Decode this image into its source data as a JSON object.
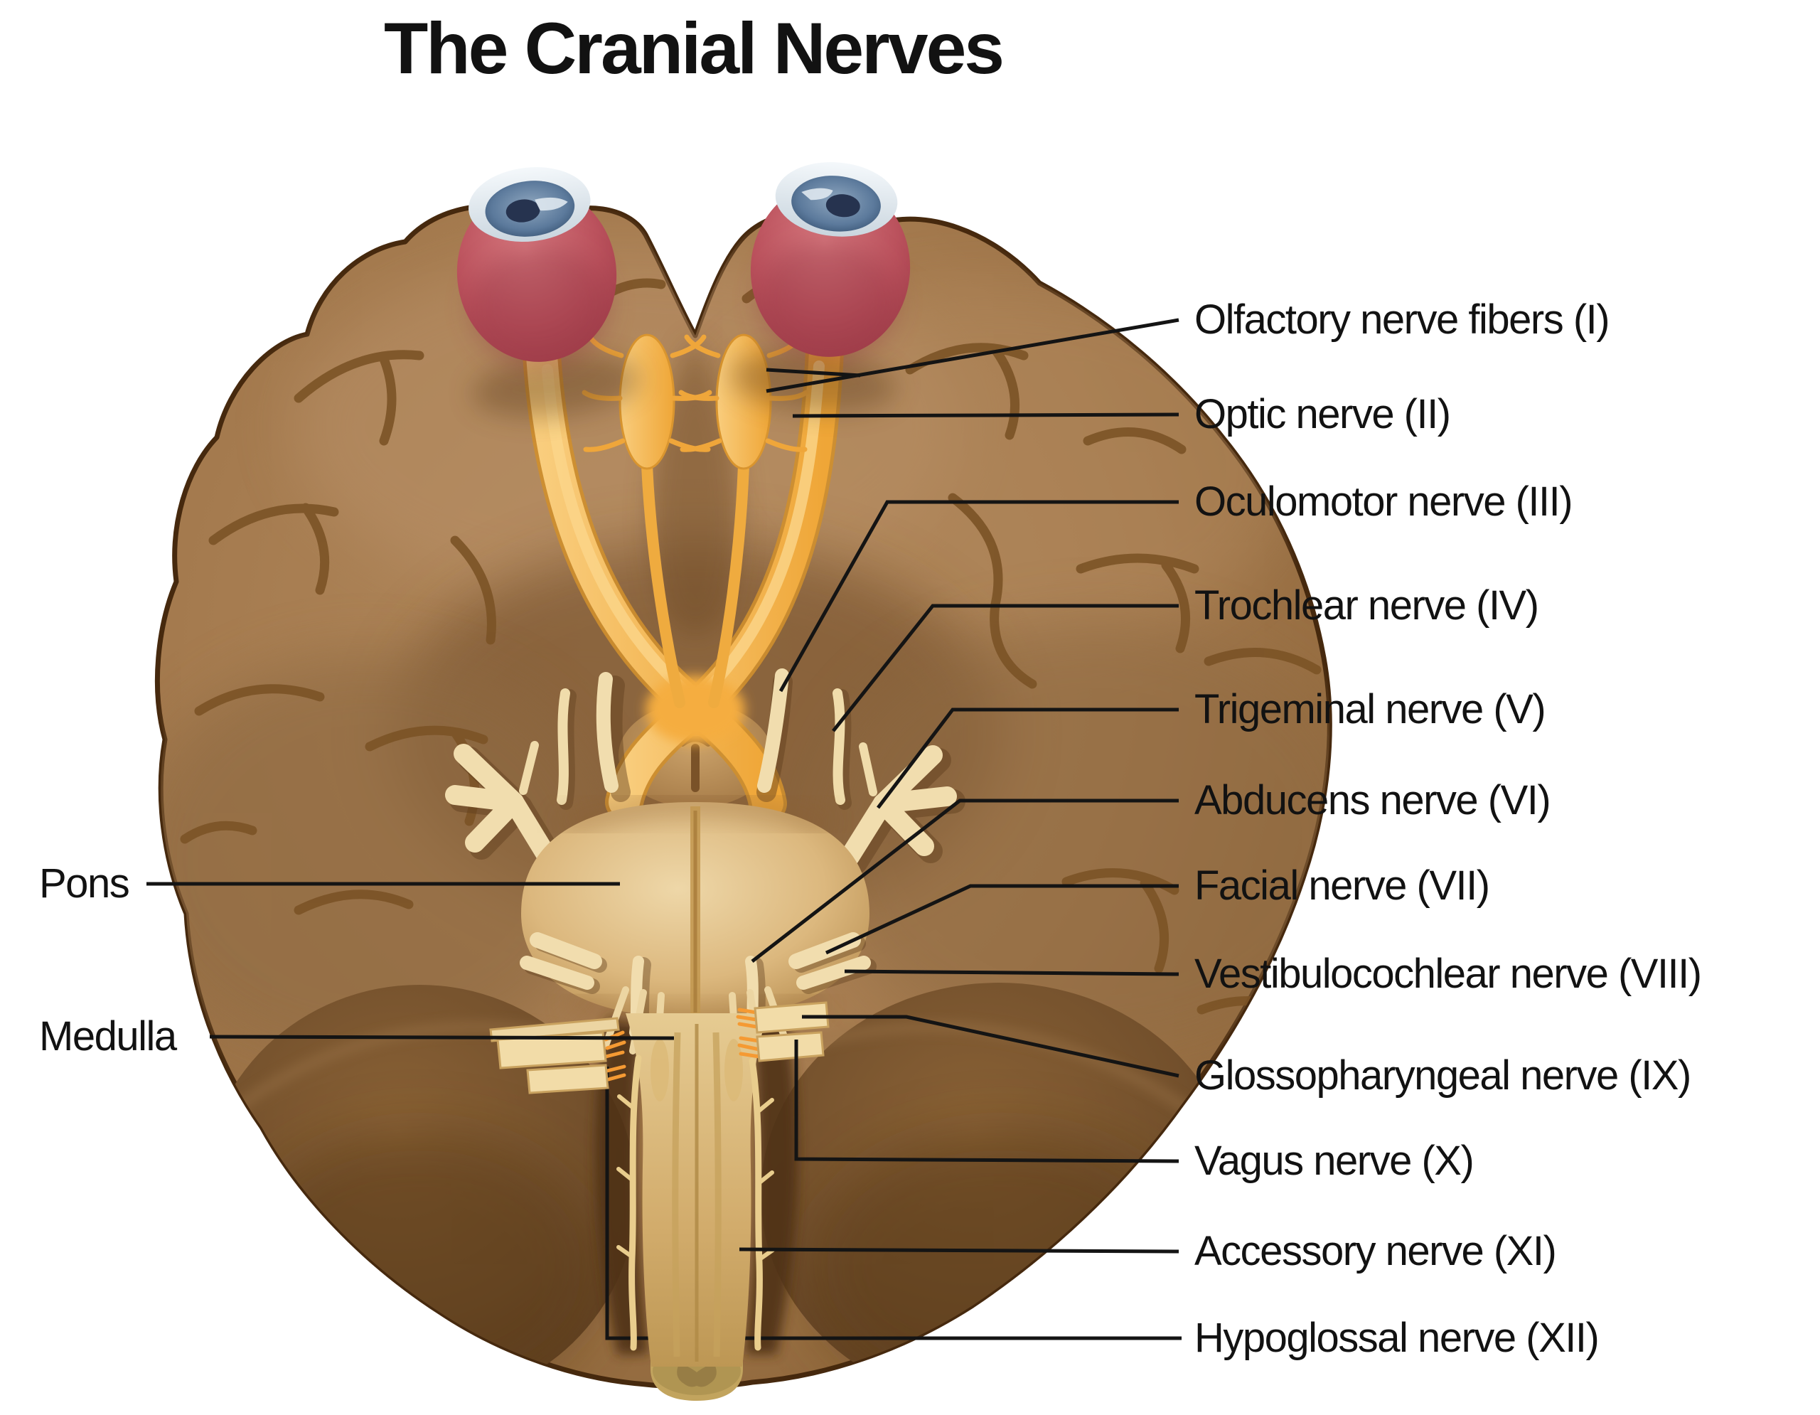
{
  "title": "The Cranial Nerves",
  "labels": {
    "right": [
      {
        "id": "olfactory",
        "text": "Olfactory nerve fibers (I)"
      },
      {
        "id": "optic",
        "text": "Optic nerve (II)"
      },
      {
        "id": "oculomotor",
        "text": "Oculomotor nerve (III)"
      },
      {
        "id": "trochlear",
        "text": "Trochlear nerve (IV)"
      },
      {
        "id": "trigeminal",
        "text": "Trigeminal nerve (V)"
      },
      {
        "id": "abducens",
        "text": "Abducens nerve (VI)"
      },
      {
        "id": "facial",
        "text": "Facial nerve (VII)"
      },
      {
        "id": "vestibulocochlear",
        "text": "Vestibulocochlear nerve (VIII)"
      },
      {
        "id": "glossopharyngeal",
        "text": "Glossopharyngeal nerve (IX)"
      },
      {
        "id": "vagus",
        "text": "Vagus nerve (X)"
      },
      {
        "id": "accessory",
        "text": "Accessory nerve (XI)"
      },
      {
        "id": "hypoglossal",
        "text": "Hypoglossal nerve (XII)"
      }
    ],
    "left": [
      {
        "id": "pons",
        "text": "Pons"
      },
      {
        "id": "medulla",
        "text": "Medulla"
      }
    ]
  },
  "colors": {
    "background": "#ffffff",
    "text": "#121212",
    "callout_line": "#141414",
    "brain_tan": "#a67e52",
    "brain_outline": "#46290e",
    "sulci": "#7b5326",
    "cerebellum": "#6f4c2a",
    "pons": "#e3c28c",
    "medulla": "#d8b878",
    "nerve_yellow": "#f2a83e",
    "nerve_pale": "#f1ddae",
    "nerve_fray_orange": "#f59a33",
    "eye_red": "#b44d58",
    "iris_blue": "#5c7a9c",
    "pupil_navy": "#26334f"
  }
}
